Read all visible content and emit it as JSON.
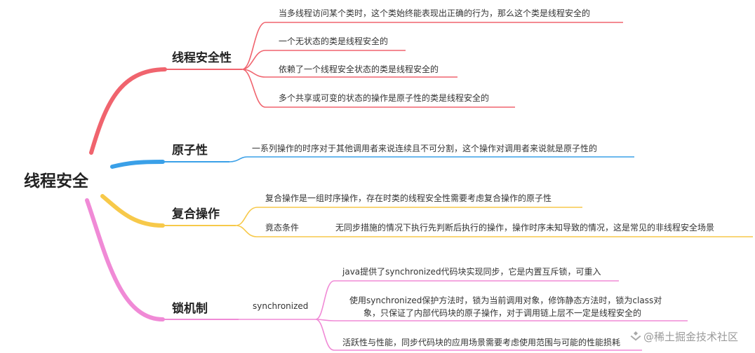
{
  "root": "线程安全",
  "branches": {
    "thread_safety": {
      "label": "线程安全性",
      "items": [
        "当多线程访问某个类时，这个类始终能表现出正确的行为，那么这个类是线程安全的",
        "一个无状态的类是线程安全的",
        "依赖了一个线程安全状态的类是线程安全的",
        "多个共享或可变的状态的操作是原子性的类是线程安全的"
      ]
    },
    "atomicity": {
      "label": "原子性",
      "items": [
        "一系列操作的时序对于其他调用者来说连续且不可分割，这个操作对调用者来说就是原子性的"
      ]
    },
    "compound": {
      "label": "复合操作",
      "items": [
        "复合操作是一组时序操作，存在时类的线程安全性需要考虑复合操作的原子性"
      ],
      "race": {
        "label": "竟态条件",
        "desc": "无同步措施的情况下执行先判断后执行的操作，操作时序未知导致的情况，这是常见的非线程安全场景"
      }
    },
    "locking": {
      "label": "锁机制",
      "sub": "synchronized",
      "items": [
        "java提供了synchronized代码块实现同步，它是内置互斥锁，可重入",
        "使用synchronized保护方法时，锁为当前调用对象，修饰静态方法时，锁为class对",
        "象，只保证了内部代码块的原子操作，对于调用链上层不一定是线程安全的",
        "活跃性与性能，同步代码块的应用场景需要考虑使用范围与可能的性能损耗"
      ]
    }
  },
  "watermark": "@稀土掘金技术社区",
  "colors": {
    "red": "#f0646e",
    "blue": "#3aa0e8",
    "yellow": "#f7c94a",
    "pink": "#f08ad6"
  }
}
